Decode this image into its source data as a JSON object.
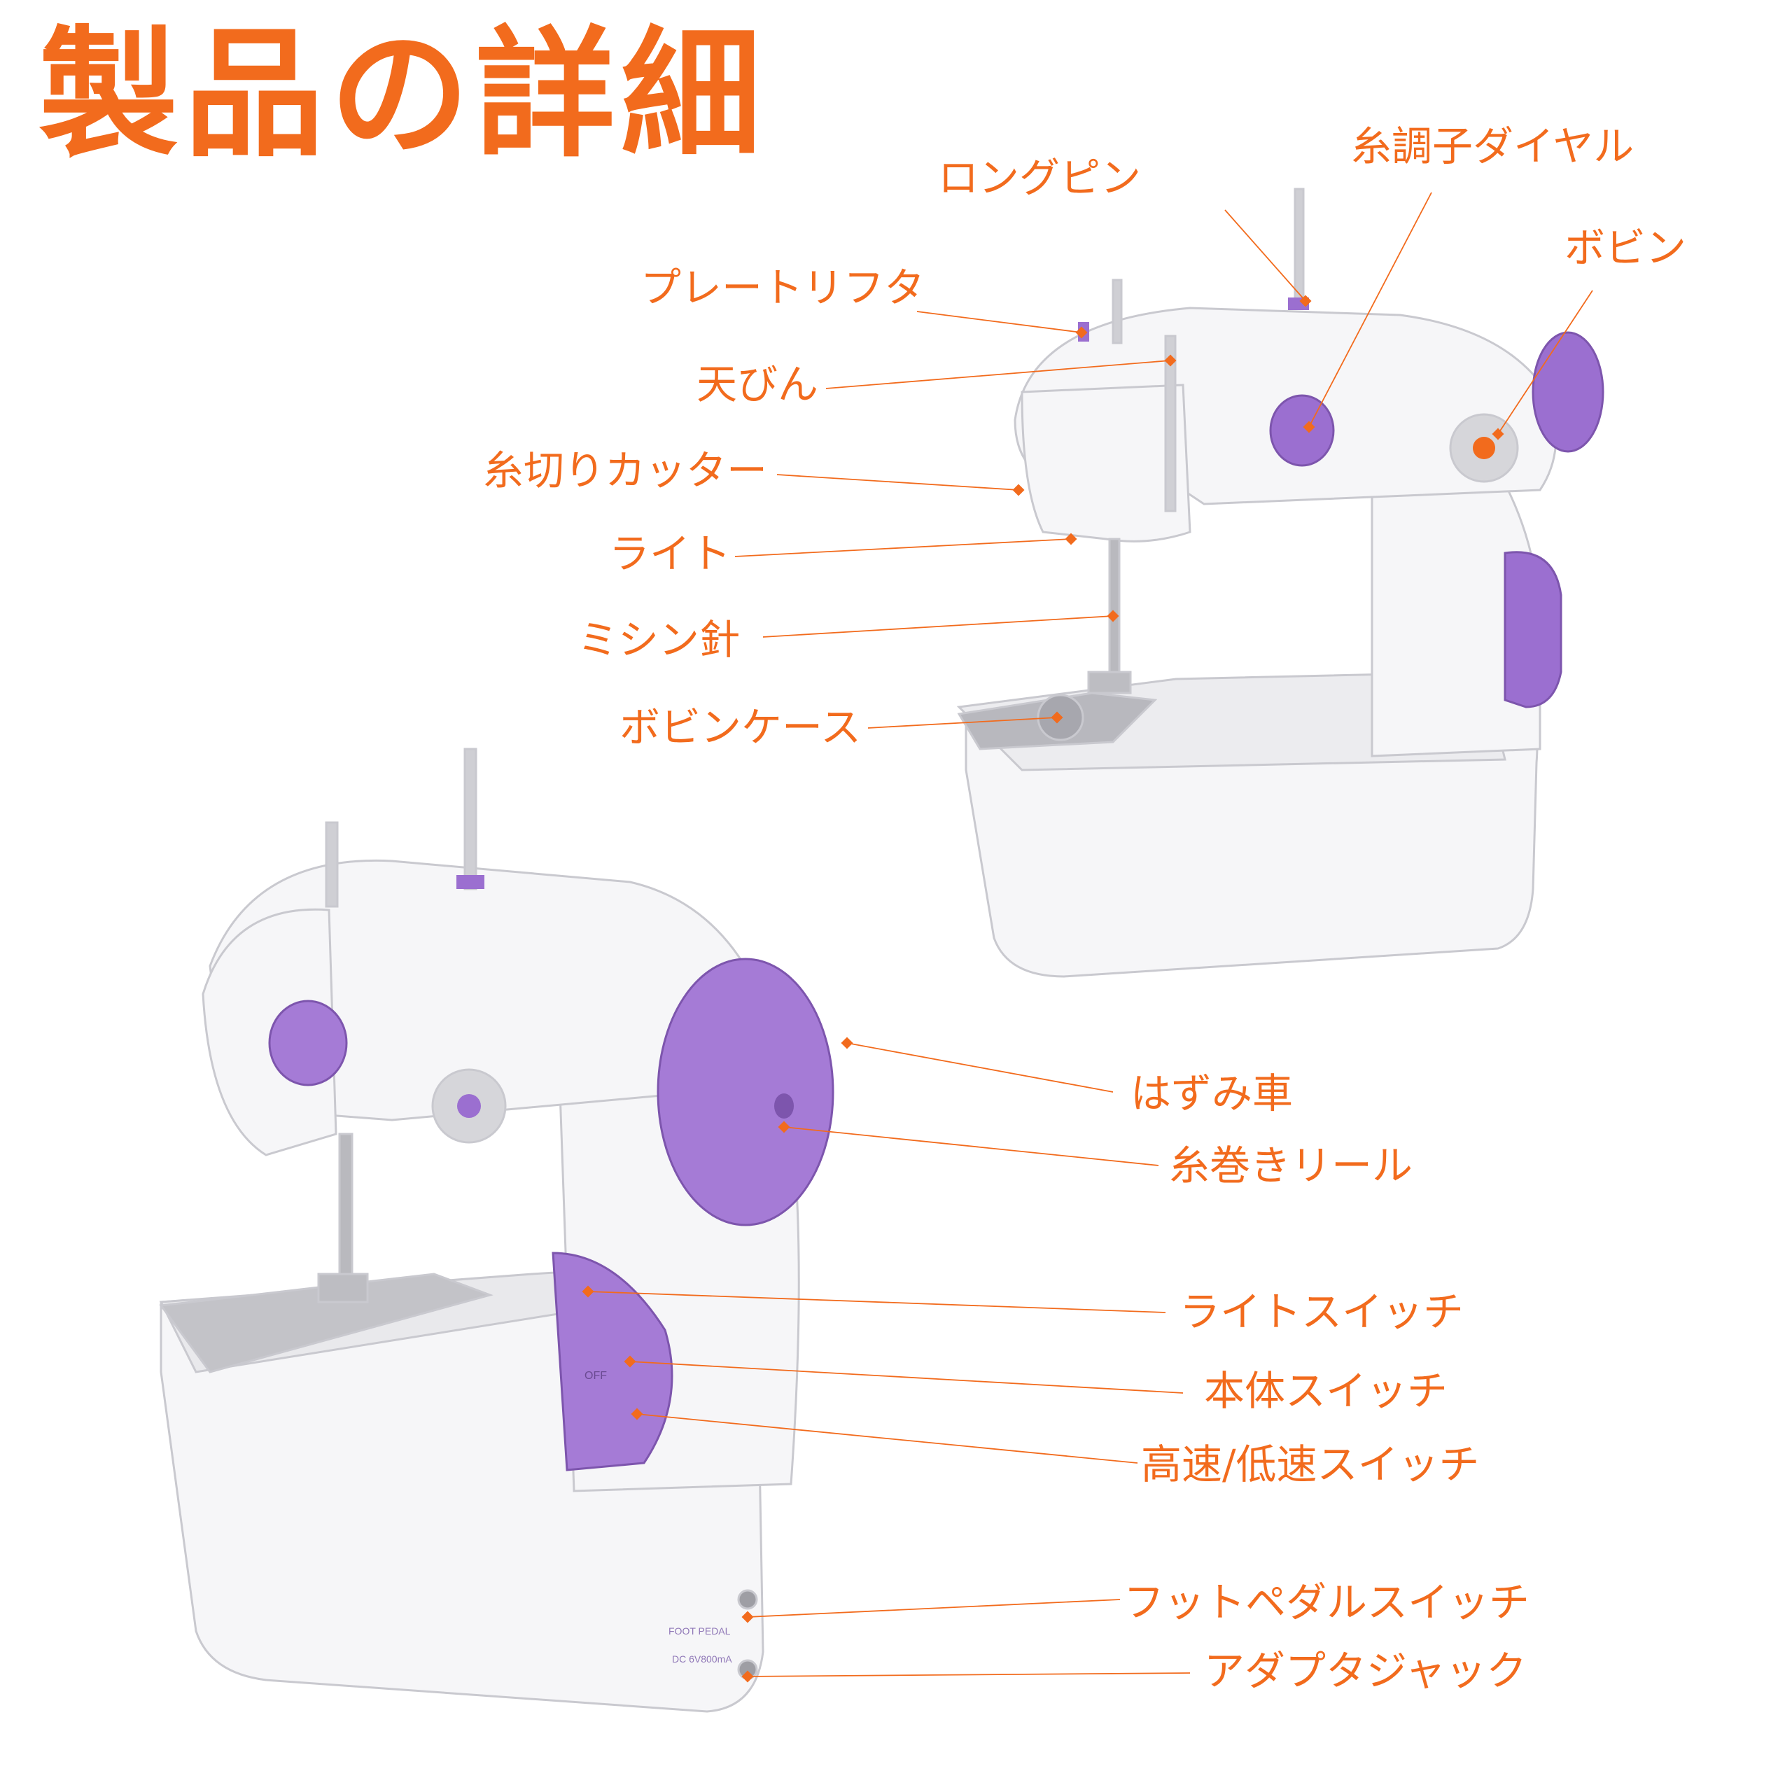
{
  "title": "製品の詳細",
  "colors": {
    "accent": "#F26B1D",
    "purple": "#9B6FD0",
    "body": "#F6F6F8",
    "outline": "#C9C9CF"
  },
  "labels": {
    "long_pin": "ロングピン",
    "thread_tension_dial": "糸調子ダイヤル",
    "bobbin": "ボビン",
    "plate_lifter": "プレートリフタ",
    "take_up_lever": "天びん",
    "thread_cutter": "糸切りカッター",
    "light": "ライト",
    "needle": "ミシン針",
    "bobbin_case": "ボビンケース",
    "handwheel": "はずみ車",
    "bobbin_winder": "糸巻きリール",
    "light_switch": "ライトスイッチ",
    "power_switch": "本体スイッチ",
    "speed_switch": "高速/低速スイッチ",
    "foot_pedal_switch": "フットペダルスイッチ",
    "adapter_jack": "アダプタジャック"
  },
  "machine_text": {
    "foot_pedal": "FOOT PEDAL",
    "dc_rating": "DC  6V800mA",
    "off": "OFF"
  }
}
